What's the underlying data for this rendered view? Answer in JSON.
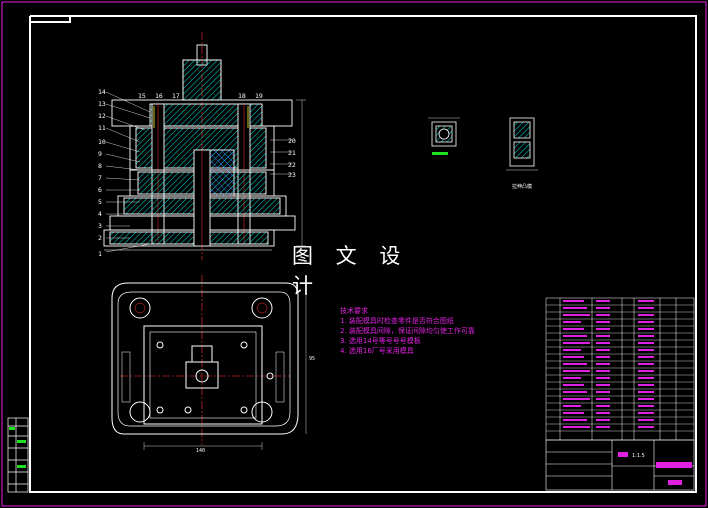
{
  "watermark": "图 文 设 计",
  "technical_notes": {
    "title": "技术要求",
    "items": [
      "1. 装配模具时检查零件是否符合图纸",
      "2. 装配模具间隙，保证间隙均匀使工作可靠",
      "3. 选用14号等号号号模板",
      "4. 选用16厂号采用模具"
    ]
  },
  "reference_numbers": {
    "left": [
      "14",
      "13",
      "12",
      "11",
      "10",
      "9",
      "8",
      "7",
      "6",
      "5",
      "4",
      "3",
      "2",
      "1"
    ],
    "top": [
      "15",
      "16",
      "17",
      "18",
      "19"
    ],
    "right": [
      "20",
      "21",
      "22",
      "23"
    ]
  },
  "dimensions": {
    "plan_width": "140",
    "plan_height": "95"
  },
  "detail_label": "拉伸凸模",
  "title_block": {
    "scale": "1:1.5"
  },
  "colors": {
    "background": "#000000",
    "frame": "#ffffff",
    "sheet_border": "#e020e0",
    "part_line": "#ffffff",
    "hatch": "#00e0e0",
    "centerline": "#ff3030",
    "magenta": "#e020e0",
    "green": "#20e020",
    "blue": "#4060ff",
    "yellow": "#e0e020"
  }
}
